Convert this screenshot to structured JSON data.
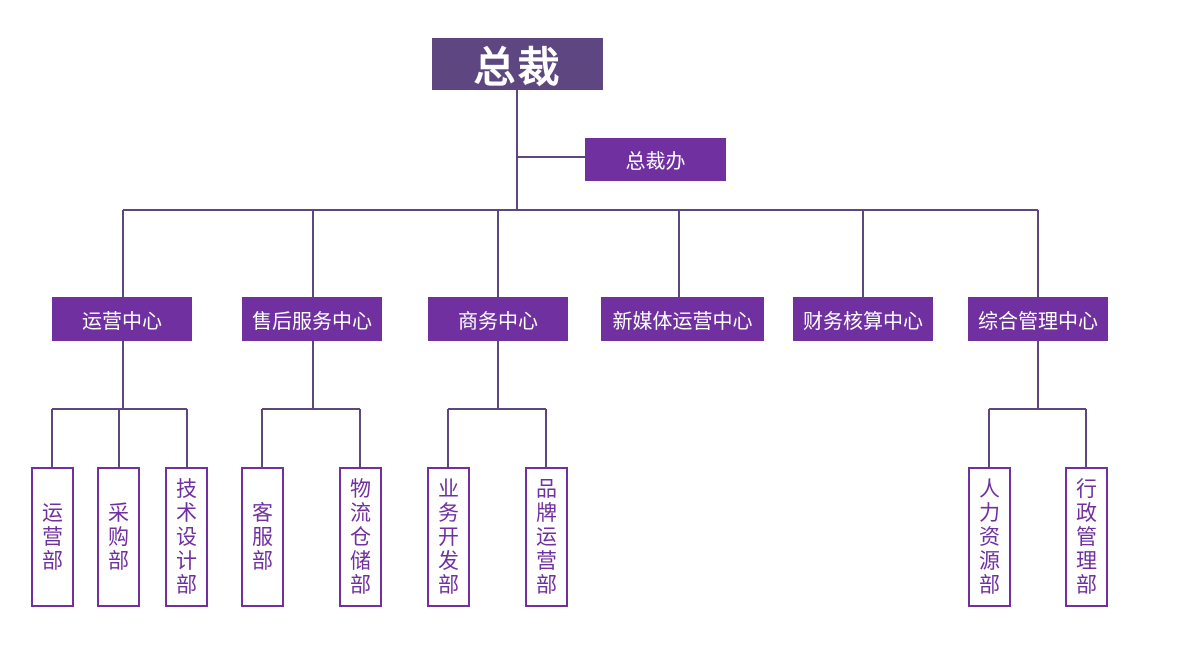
{
  "ceo": "总裁",
  "office": "总裁办",
  "centers": [
    {
      "label": "运营中心"
    },
    {
      "label": "售后服务中心"
    },
    {
      "label": "商务中心"
    },
    {
      "label": "新媒体运营中心"
    },
    {
      "label": "财务核算中心"
    },
    {
      "label": "综合管理中心"
    }
  ],
  "departments": [
    {
      "label": "运营部",
      "center": "运营中心"
    },
    {
      "label": "采购部",
      "center": "运营中心"
    },
    {
      "label": "技术设计部",
      "center": "运营中心"
    },
    {
      "label": "客服部",
      "center": "售后服务中心"
    },
    {
      "label": "物流仓储部",
      "center": "售后服务中心"
    },
    {
      "label": "业务开发部",
      "center": "商务中心"
    },
    {
      "label": "品牌运营部",
      "center": "商务中心"
    },
    {
      "label": "人力资源部",
      "center": "综合管理中心"
    },
    {
      "label": "行政管理部",
      "center": "综合管理中心"
    }
  ],
  "colors": {
    "ceo_fill": "#5e4680",
    "node_fill": "#7030a0",
    "line": "#5e4680"
  }
}
